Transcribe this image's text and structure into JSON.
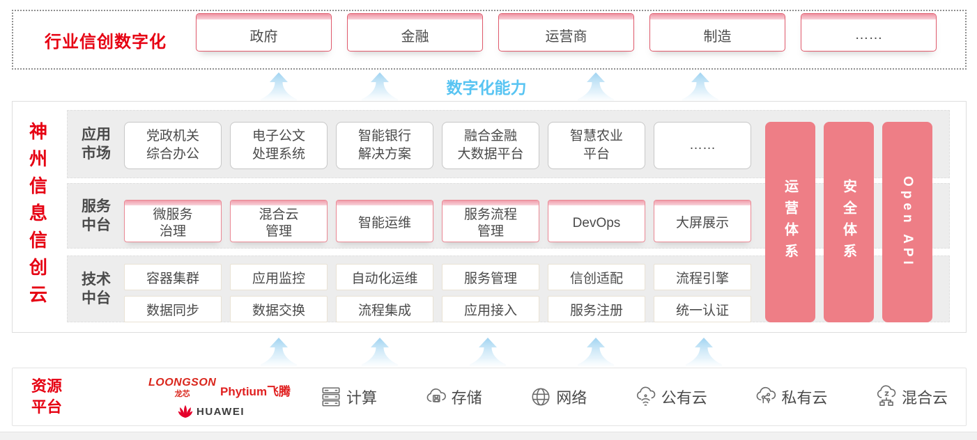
{
  "colors": {
    "brand_red": "#e60012",
    "bar_pink": "#ee7e86",
    "capability_blue": "#58c4f2",
    "box_border_red": "#e0596b"
  },
  "top_section": {
    "label": "行业信创数字化",
    "industries": [
      "政府",
      "金融",
      "运营商",
      "制造",
      "……"
    ]
  },
  "capability_label": "数字化能力",
  "platform": {
    "title": "神州信息信创云",
    "app_market": {
      "label": "应用\n市场",
      "items": [
        "党政机关\n综合办公",
        "电子公文\n处理系统",
        "智能银行\n解决方案",
        "融合金融\n大数据平台",
        "智慧农业\n平台",
        "……"
      ]
    },
    "service": {
      "label": "服务\n中台",
      "items": [
        "微服务\n治理",
        "混合云\n管理",
        "智能运维",
        "服务流程\n管理",
        "DevOps",
        "大屏展示"
      ]
    },
    "tech": {
      "label": "技术\n中台",
      "row1": [
        "容器集群",
        "应用监控",
        "自动化运维",
        "服务管理",
        "信创适配",
        "流程引擎"
      ],
      "row2": [
        "数据同步",
        "数据交换",
        "流程集成",
        "应用接入",
        "服务注册",
        "统一认证"
      ]
    },
    "side_bars": [
      "运营体系",
      "安全体系",
      "Open API"
    ]
  },
  "resources": {
    "label": "资源\n平台",
    "vendors": {
      "loongson": "LOONGSON",
      "loongson_cn": "龙芯",
      "phytium": "Phytium飞腾",
      "huawei": "HUAWEI"
    },
    "items": [
      {
        "icon": "compute-icon",
        "label": "计算"
      },
      {
        "icon": "storage-icon",
        "label": "存储"
      },
      {
        "icon": "network-icon",
        "label": "网络"
      },
      {
        "icon": "public-cloud-icon",
        "label": "公有云"
      },
      {
        "icon": "private-cloud-icon",
        "label": "私有云"
      },
      {
        "icon": "hybrid-cloud-icon",
        "label": "混合云"
      }
    ]
  }
}
